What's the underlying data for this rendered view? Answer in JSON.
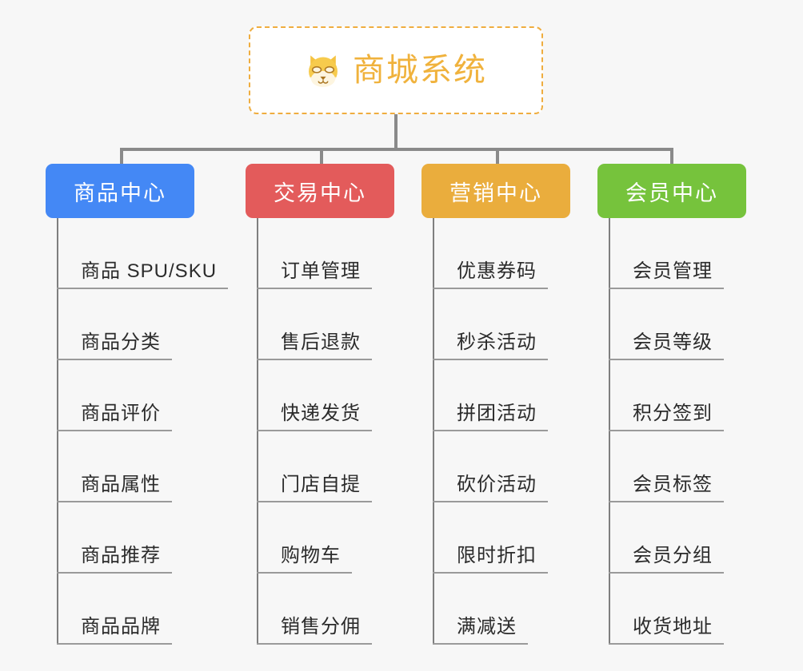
{
  "page": {
    "background_color": "#f7f7f7",
    "type": "mindmap"
  },
  "root": {
    "title": "商城系统",
    "icon": "dog-face-icon",
    "border_color": "#efad3f",
    "text_color": "#f0b23c",
    "background_color": "#ffffff"
  },
  "connector": {
    "color": "#8a8a8a"
  },
  "branches": [
    {
      "label": "商品中心",
      "color": "#4488f5",
      "items": [
        "商品 SPU/SKU",
        "商品分类",
        "商品评价",
        "商品属性",
        "商品推荐",
        "商品品牌"
      ]
    },
    {
      "label": "交易中心",
      "color": "#e35b5b",
      "items": [
        "订单管理",
        "售后退款",
        "快递发货",
        "门店自提",
        "购物车",
        "销售分佣"
      ]
    },
    {
      "label": "营销中心",
      "color": "#eaad3d",
      "items": [
        "优惠券码",
        "秒杀活动",
        "拼团活动",
        "砍价活动",
        "限时折扣",
        "满减送"
      ]
    },
    {
      "label": "会员中心",
      "color": "#76c33c",
      "items": [
        "会员管理",
        "会员等级",
        "积分签到",
        "会员标签",
        "会员分组",
        "收货地址"
      ]
    }
  ]
}
